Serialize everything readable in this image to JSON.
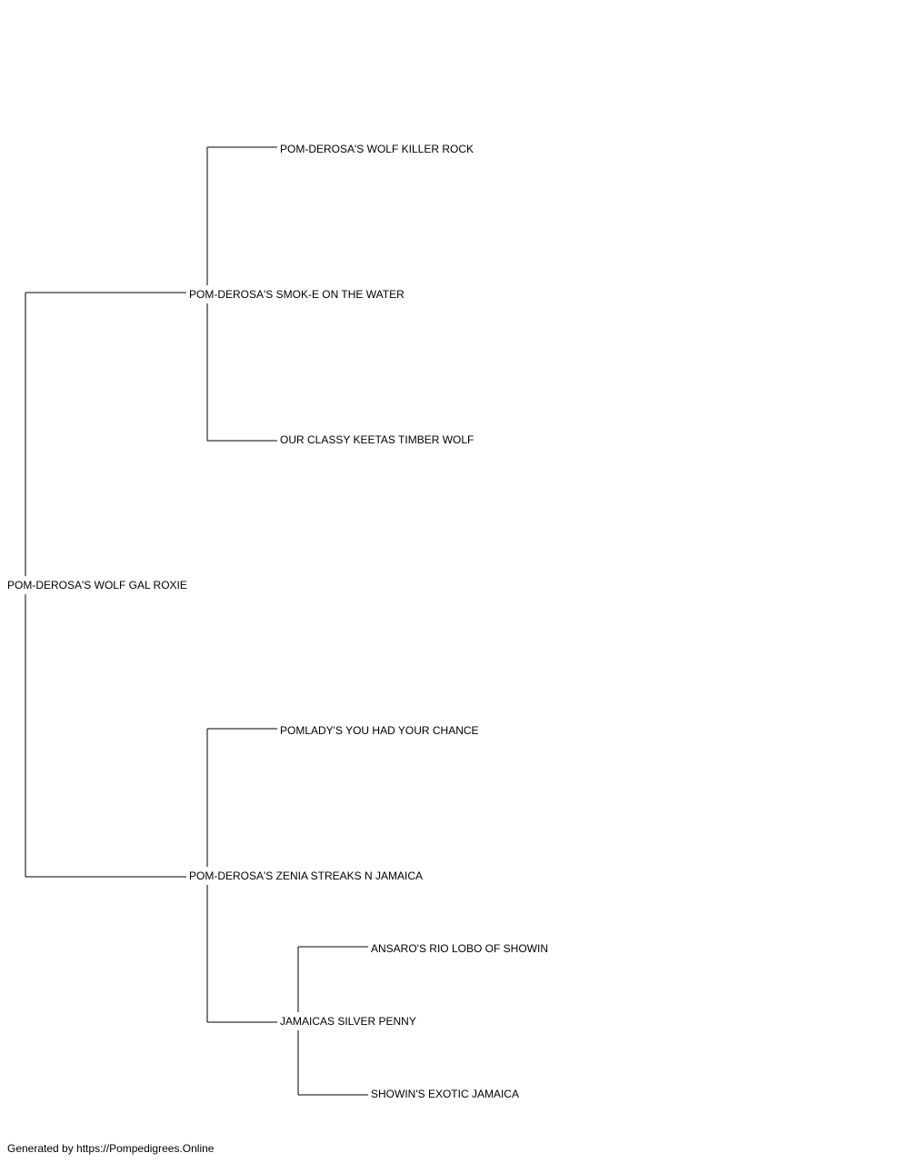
{
  "pedigree": {
    "subject": "POM-DEROSA'S WOLF GAL ROXIE",
    "sire": "POM-DEROSA'S SMOK-E ON THE WATER",
    "sire_sire": "POM-DEROSA'S WOLF KILLER ROCK",
    "sire_dam": "OUR CLASSY KEETAS TIMBER WOLF",
    "dam": "POM-DEROSA'S ZENIA STREAKS N JAMAICA",
    "dam_sire": "POMLADY'S YOU HAD YOUR CHANCE",
    "dam_dam": "JAMAICAS SILVER PENNY",
    "dam_dam_sire": "ANSARO'S RIO LOBO OF SHOWIN",
    "dam_dam_dam": "SHOWIN'S EXOTIC JAMAICA"
  },
  "footer": {
    "text": "Generated by https://Pompedigrees.Online"
  }
}
